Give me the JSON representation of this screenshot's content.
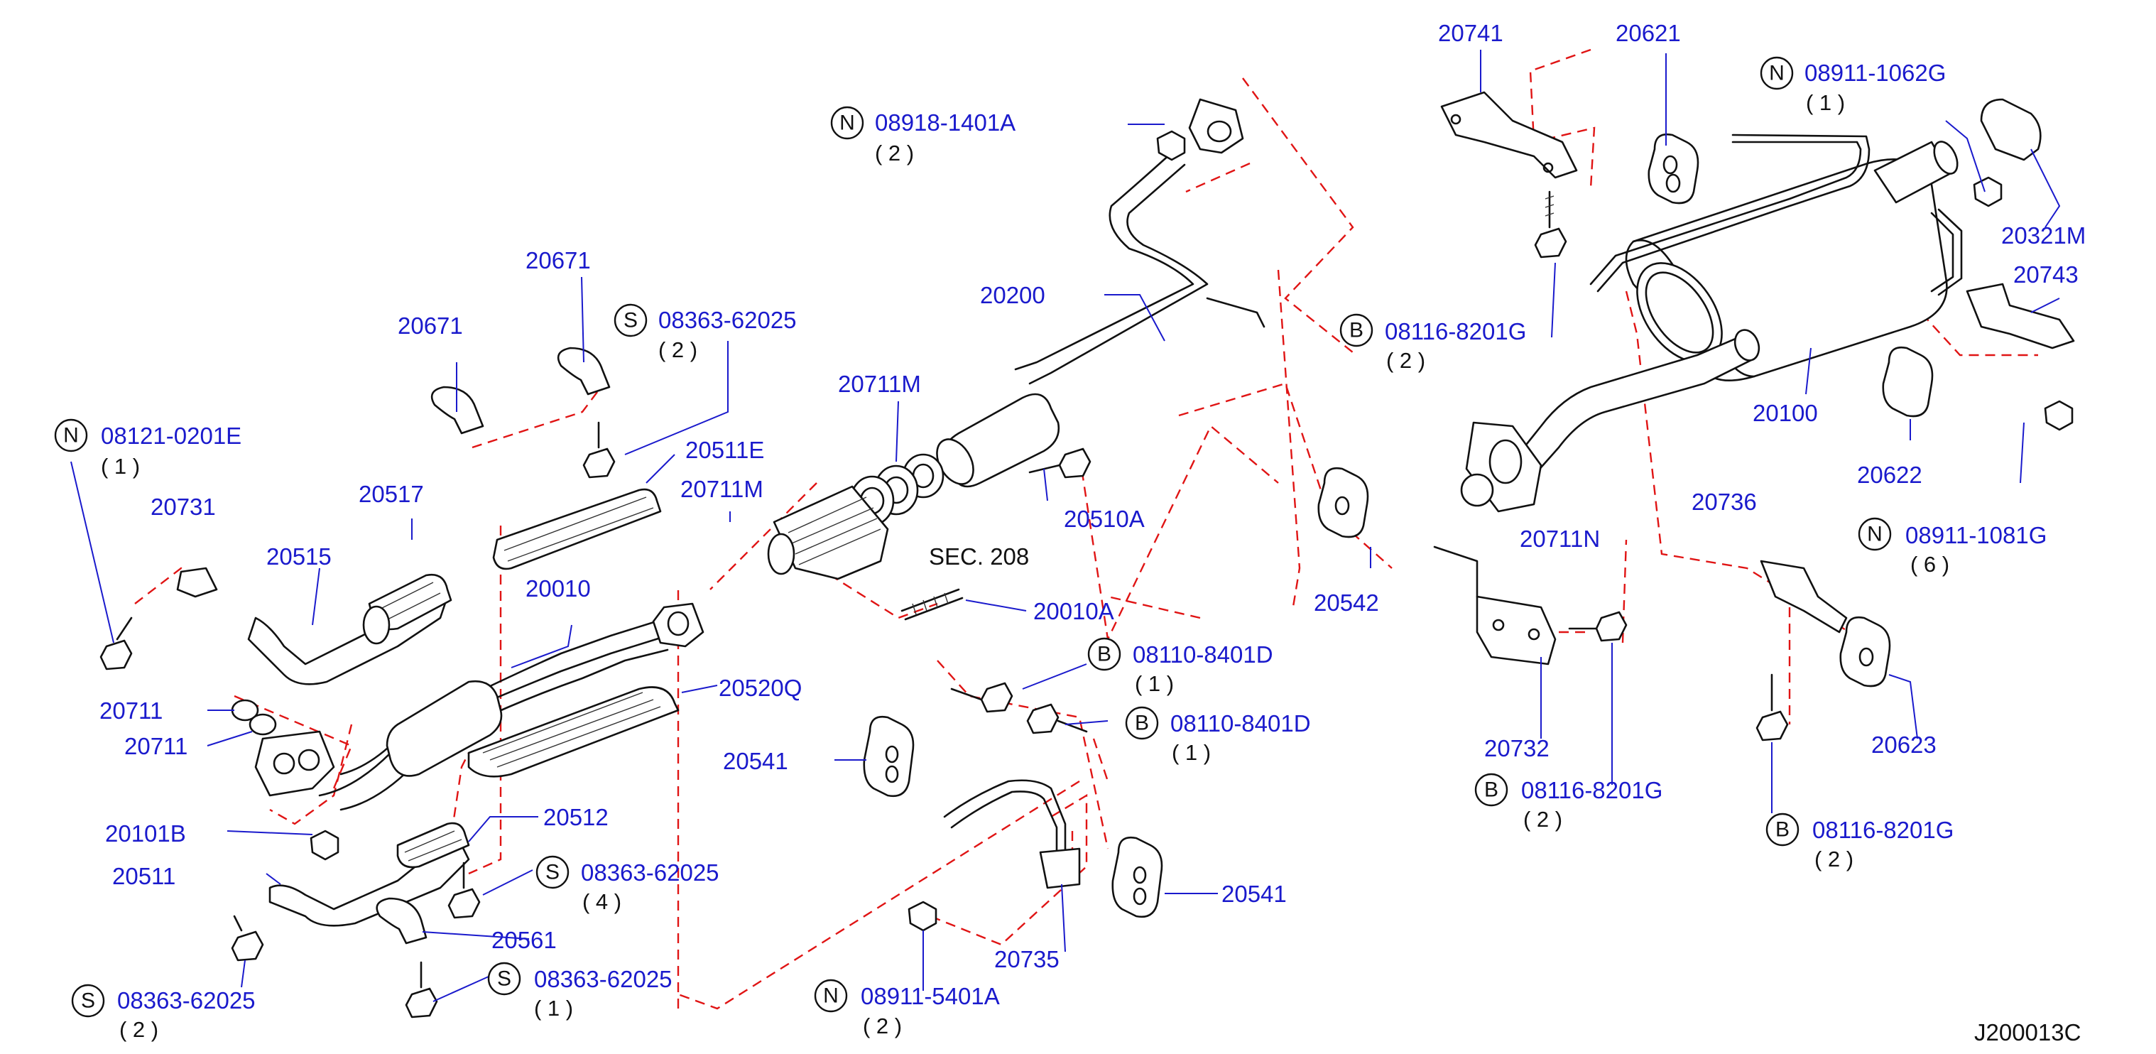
{
  "diagram": {
    "code": "J200013C",
    "labels": [
      {
        "id": "20741",
        "text": "20741"
      },
      {
        "id": "20621",
        "text": "20621"
      },
      {
        "id": "08911-1062G",
        "text": "08911-1062G",
        "prefix": "N",
        "qty": "( 1 )"
      },
      {
        "id": "08918-1401A",
        "text": "08918-1401A",
        "prefix": "N",
        "qty": "( 2 )"
      },
      {
        "id": "20321M",
        "text": "20321M"
      },
      {
        "id": "20743",
        "text": "20743"
      },
      {
        "id": "20200",
        "text": "20200"
      },
      {
        "id": "08116-8201G-a",
        "text": "08116-8201G",
        "prefix": "B",
        "qty": "( 2 )"
      },
      {
        "id": "20100",
        "text": "20100"
      },
      {
        "id": "20671-a",
        "text": "20671"
      },
      {
        "id": "20671-b",
        "text": "20671"
      },
      {
        "id": "08363-62025-a",
        "text": "08363-62025",
        "prefix": "S",
        "qty": "( 2 )"
      },
      {
        "id": "20711M-a",
        "text": "20711M"
      },
      {
        "id": "20622",
        "text": "20622"
      },
      {
        "id": "08121-0201E",
        "text": "08121-0201E",
        "prefix": "N",
        "qty": "( 1 )"
      },
      {
        "id": "20511E",
        "text": "20511E"
      },
      {
        "id": "20731",
        "text": "20731"
      },
      {
        "id": "20517",
        "text": "20517"
      },
      {
        "id": "20711M-b",
        "text": "20711M"
      },
      {
        "id": "20510A",
        "text": "20510A"
      },
      {
        "id": "20736",
        "text": "20736"
      },
      {
        "id": "20515",
        "text": "20515"
      },
      {
        "id": "SEC-208",
        "text": "SEC. 208"
      },
      {
        "id": "20711N",
        "text": "20711N"
      },
      {
        "id": "08911-1081G",
        "text": "08911-1081G",
        "prefix": "N",
        "qty": "( 6 )"
      },
      {
        "id": "20010",
        "text": "20010"
      },
      {
        "id": "20542",
        "text": "20542"
      },
      {
        "id": "20010A",
        "text": "20010A"
      },
      {
        "id": "08110-8401D-a",
        "text": "08110-8401D",
        "prefix": "B",
        "qty": "( 1 )"
      },
      {
        "id": "20520Q",
        "text": "20520Q"
      },
      {
        "id": "08110-8401D-b",
        "text": "08110-8401D",
        "prefix": "B",
        "qty": "( 1 )"
      },
      {
        "id": "20711-a",
        "text": "20711"
      },
      {
        "id": "20711-b",
        "text": "20711"
      },
      {
        "id": "20732",
        "text": "20732"
      },
      {
        "id": "20623",
        "text": "20623"
      },
      {
        "id": "20541-a",
        "text": "20541"
      },
      {
        "id": "08116-8201G-b",
        "text": "08116-8201G",
        "prefix": "B",
        "qty": "( 2 )"
      },
      {
        "id": "08116-8201G-c",
        "text": "08116-8201G",
        "prefix": "B",
        "qty": "( 2 )"
      },
      {
        "id": "20512",
        "text": "20512"
      },
      {
        "id": "20101B",
        "text": "20101B"
      },
      {
        "id": "08363-62025-b",
        "text": "08363-62025",
        "prefix": "S",
        "qty": "( 4 )"
      },
      {
        "id": "20511",
        "text": "20511"
      },
      {
        "id": "20541-b",
        "text": "20541"
      },
      {
        "id": "20561",
        "text": "20561"
      },
      {
        "id": "20735",
        "text": "20735"
      },
      {
        "id": "08363-62025-c",
        "text": "08363-62025",
        "prefix": "S",
        "qty": "( 1 )"
      },
      {
        "id": "08363-62025-d",
        "text": "08363-62025",
        "prefix": "S",
        "qty": "( 2 )"
      },
      {
        "id": "08911-5401A",
        "text": "08911-5401A",
        "prefix": "N",
        "qty": "( 2 )"
      }
    ]
  }
}
